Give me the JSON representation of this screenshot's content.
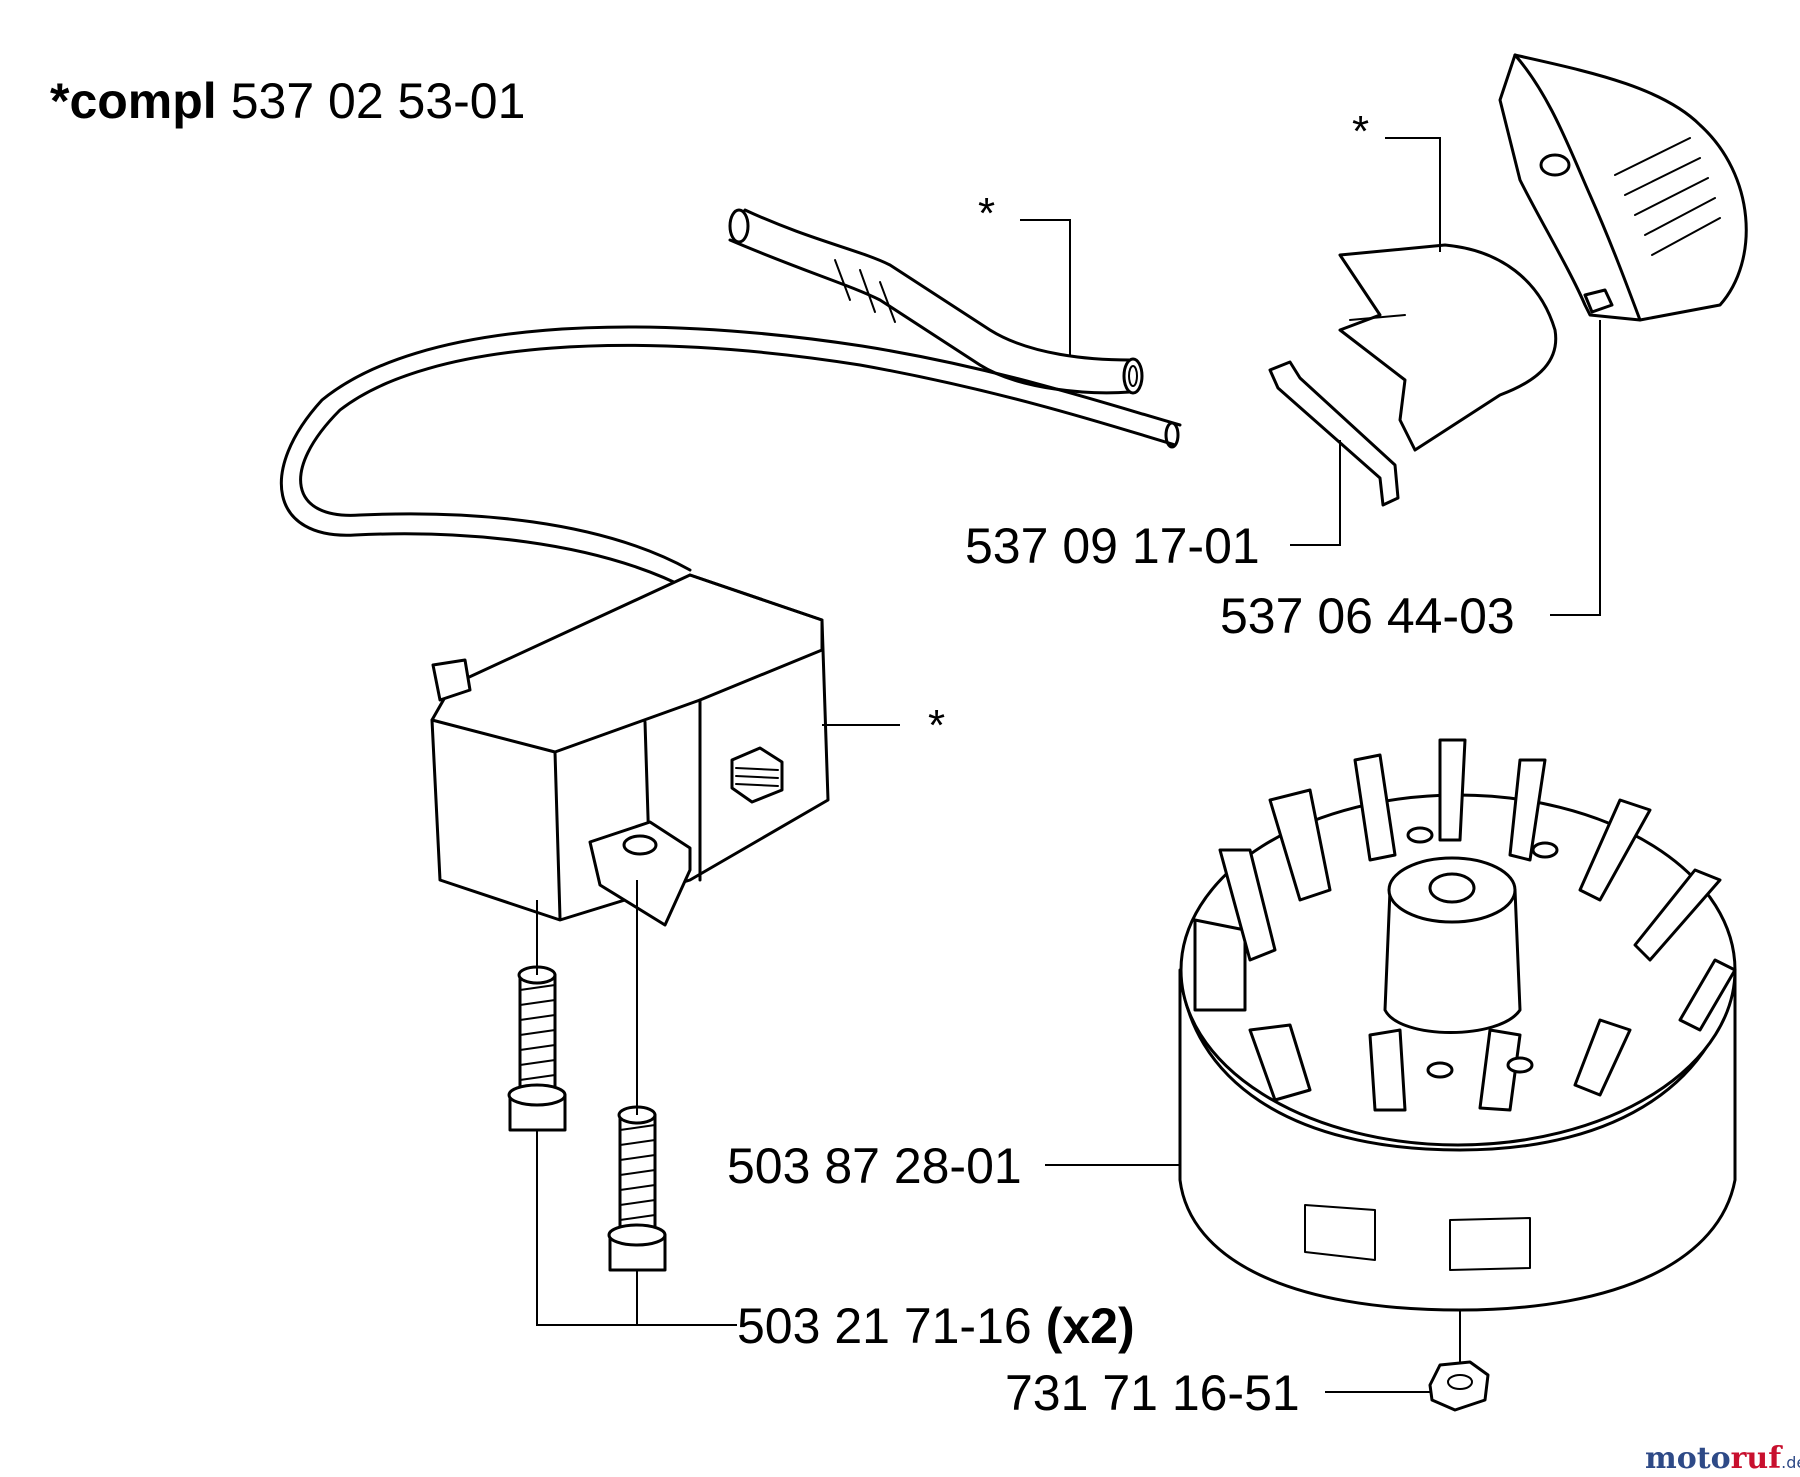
{
  "title": {
    "prefix": "*compl",
    "number": "537 02 53-01"
  },
  "markers": {
    "asterisk": "*"
  },
  "parts": {
    "deflector": "537 09 17-01",
    "cover": "537 06 44-03",
    "flywheel": "503 87 28-01",
    "screw": "503 21 71-16",
    "screw_qty": "(x2)",
    "nut": "731 71 16-51"
  },
  "watermark": {
    "part1": "moto",
    "part2": "ruf",
    "suffix": ".de"
  },
  "colors": {
    "line": "#000000",
    "watermark_blue": "#2e4a87",
    "watermark_red": "#c8102e"
  }
}
